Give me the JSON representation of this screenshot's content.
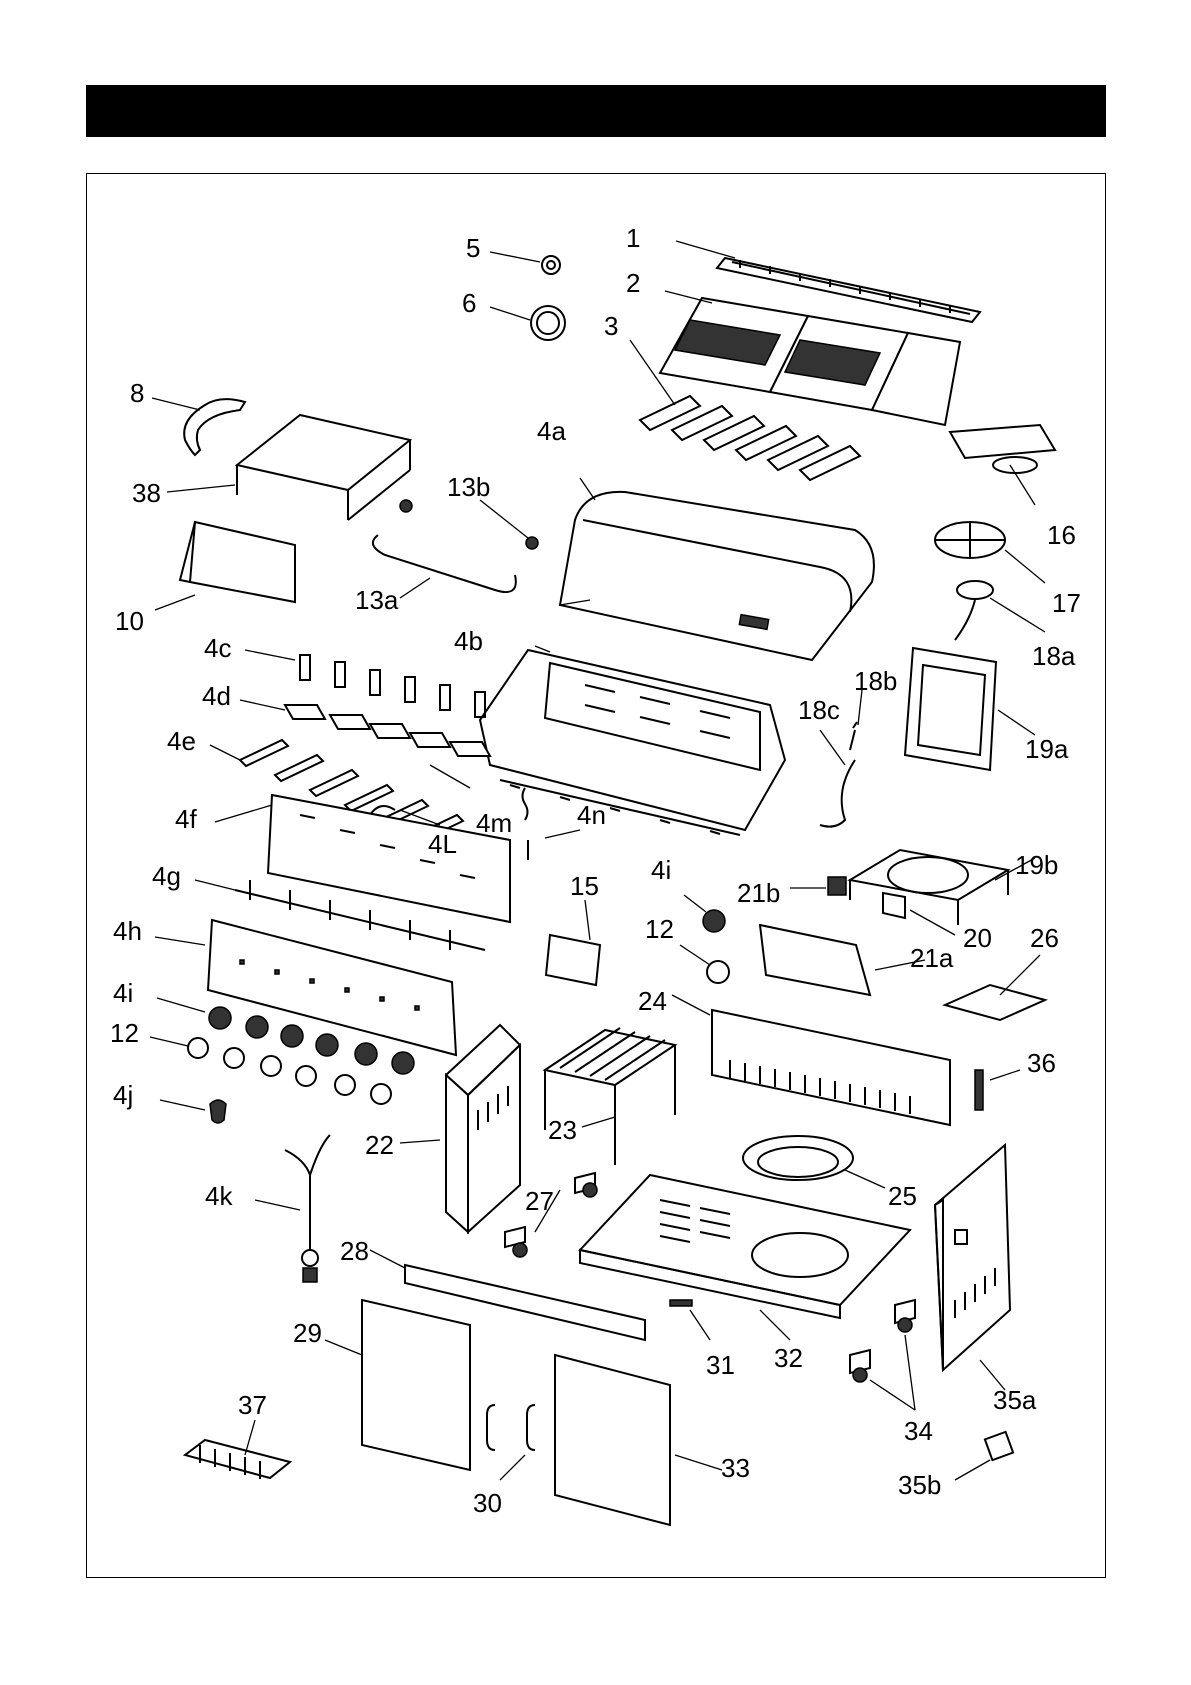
{
  "header": {
    "title": ""
  },
  "labels": {
    "p1": "1",
    "p2": "2",
    "p3": "3",
    "p4a": "4a",
    "p4b": "4b",
    "p4c": "4c",
    "p4d": "4d",
    "p4e": "4e",
    "p4f": "4f",
    "p4g": "4g",
    "p4h": "4h",
    "p4i_a": "4i",
    "p4i_b": "4i",
    "p4j": "4j",
    "p4k": "4k",
    "p4L": "4L",
    "p4m": "4m",
    "p4n": "4n",
    "p5": "5",
    "p6": "6",
    "p8": "8",
    "p10": "10",
    "p12_a": "12",
    "p12_b": "12",
    "p13a": "13a",
    "p13b": "13b",
    "p15": "15",
    "p16": "16",
    "p17": "17",
    "p18a": "18a",
    "p18b": "18b",
    "p18c": "18c",
    "p19a": "19a",
    "p19b": "19b",
    "p20": "20",
    "p21a": "21a",
    "p21b": "21b",
    "p22": "22",
    "p23": "23",
    "p24": "24",
    "p25": "25",
    "p26": "26",
    "p27": "27",
    "p28": "28",
    "p29": "29",
    "p30": "30",
    "p31": "31",
    "p32": "32",
    "p33": "33",
    "p34": "34",
    "p35a": "35a",
    "p35b": "35b",
    "p36": "36",
    "p37": "37",
    "p38": "38"
  }
}
